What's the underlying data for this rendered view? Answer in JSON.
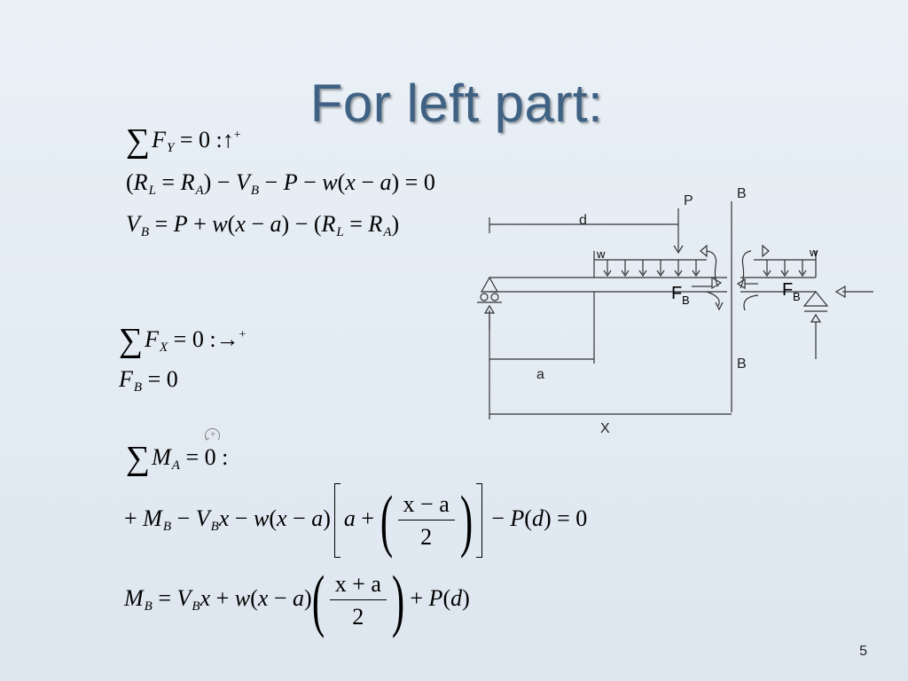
{
  "slide": {
    "title": "For left part:",
    "page_number": "5"
  },
  "equations": {
    "sum_fy": {
      "sigma": "∑",
      "var": "F",
      "sub": "Y",
      "rhs": "= 0 :",
      "arrow": "↑",
      "sign": "+"
    },
    "eq1": "(R_L = R_A) − V_B − P − w(x − a) = 0",
    "eq2": "V_B = P + w(x − a) − (R_L = R_A)",
    "sum_fx": {
      "sigma": "∑",
      "var": "F",
      "sub": "X",
      "rhs": "= 0 :",
      "arrow": "→",
      "sign": "+"
    },
    "fb": {
      "var": "F",
      "sub": "B",
      "rhs": "= 0"
    },
    "sum_ma": {
      "sigma": "∑",
      "var": "M",
      "sub": "A",
      "rhs": "= 0 :"
    },
    "moment_sign": "+",
    "eq_moment1": {
      "num": "x − a",
      "den": "2"
    },
    "eq_moment2": {
      "num": "x + a",
      "den": "2"
    }
  },
  "diagram": {
    "labels": {
      "P": "P",
      "B_top": "B",
      "B_bottom": "B",
      "d": "d",
      "w_left": "w",
      "w_right": "w",
      "FB_left": "F",
      "FB_right": "F",
      "FB_sub": "B",
      "a": "a",
      "X": "X"
    }
  }
}
